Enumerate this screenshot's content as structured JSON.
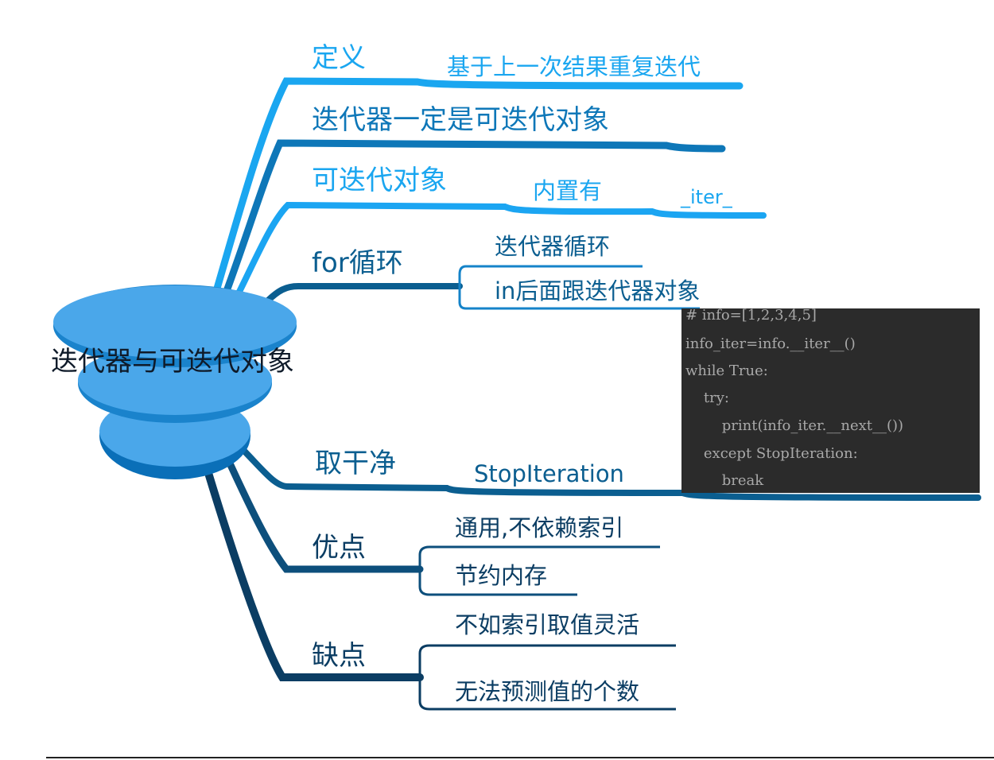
{
  "center": {
    "title": "迭代器与可迭代对象"
  },
  "branches": {
    "definition": {
      "label": "定义",
      "children": [
        "基于上一次结果重复迭代"
      ]
    },
    "iterator_is_iterable": {
      "label": "迭代器一定是可迭代对象"
    },
    "iterable": {
      "label": "可迭代对象",
      "children": [
        "内置有",
        "_iter_"
      ]
    },
    "for_loop": {
      "label": "for循环",
      "children": [
        "迭代器循环",
        "in后面跟迭代器对象"
      ]
    },
    "exhaust": {
      "label": "取干净",
      "children": [
        "StopIteration"
      ]
    },
    "pros": {
      "label": "优点",
      "children": [
        "通用,不依赖索引",
        "节约内存"
      ]
    },
    "cons": {
      "label": "缺点",
      "children": [
        "不如索引取值灵活",
        "无法预测值的个数"
      ]
    }
  },
  "code": {
    "lines": [
      "# info=[1,2,3,4,5]",
      "info_iter=info.__iter__()",
      "while True:",
      "    try:",
      "        print(info_iter.__next__())",
      "    except StopIteration:",
      "        break"
    ]
  },
  "colors": {
    "light": "#1aa6f0",
    "mid": "#0e77b8",
    "dark": "#0b5e90",
    "navy": "#0b3d63",
    "code_bg": "#2b2b2b",
    "code_text": "#a9a9a9"
  }
}
